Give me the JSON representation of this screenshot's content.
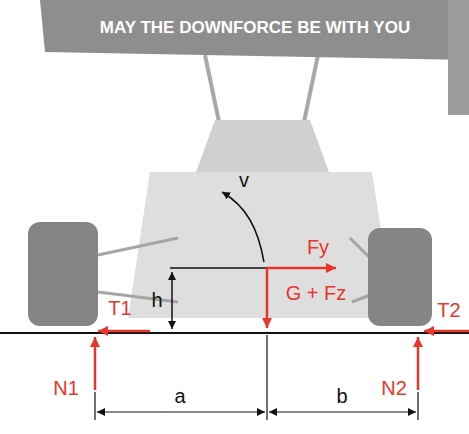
{
  "diagram": {
    "labels": [
      "MAY THE DOWNFORCE BE WITH YOU",
      "v",
      "Fy",
      "h",
      "G + Fz",
      "T1",
      "T2",
      "N1",
      "N2",
      "a",
      "b"
    ]
  }
}
